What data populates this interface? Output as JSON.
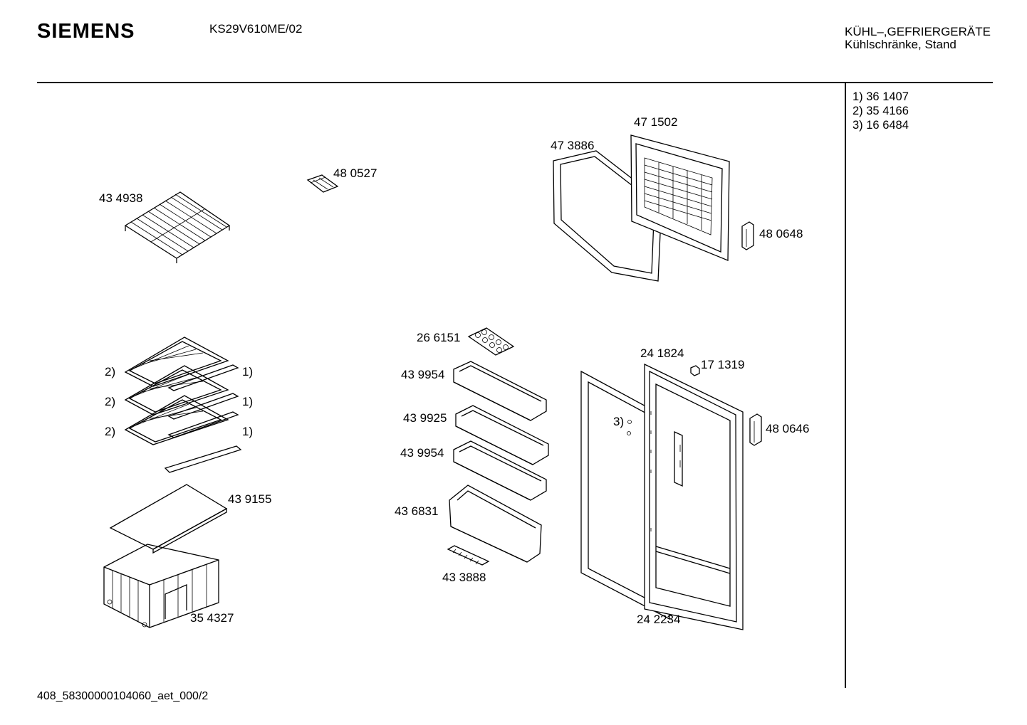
{
  "header": {
    "brand": "SIEMENS",
    "model": "KS29V610ME/02",
    "category_line1": "KÜHL–,GEFRIERGERÄTE",
    "category_line2": "Kühlschränke, Stand"
  },
  "notes": [
    "1) 36 1407",
    "2) 35 4166",
    "3) 16 6484"
  ],
  "parts": [
    "43 4938",
    "48 0527",
    "47 3886",
    "47 1502",
    "48 0648",
    "26 6151",
    "24 1824",
    "17 1319",
    "2)",
    "1)",
    "2)",
    "1)",
    "2)",
    "1)",
    "43 9954",
    "43 9925",
    "43 9954",
    "3)",
    "48 0646",
    "43 9155",
    "43 6831",
    "43 3888",
    "35 4327",
    "24 2234"
  ],
  "footer": "408_58300000104060_aet_000/2"
}
